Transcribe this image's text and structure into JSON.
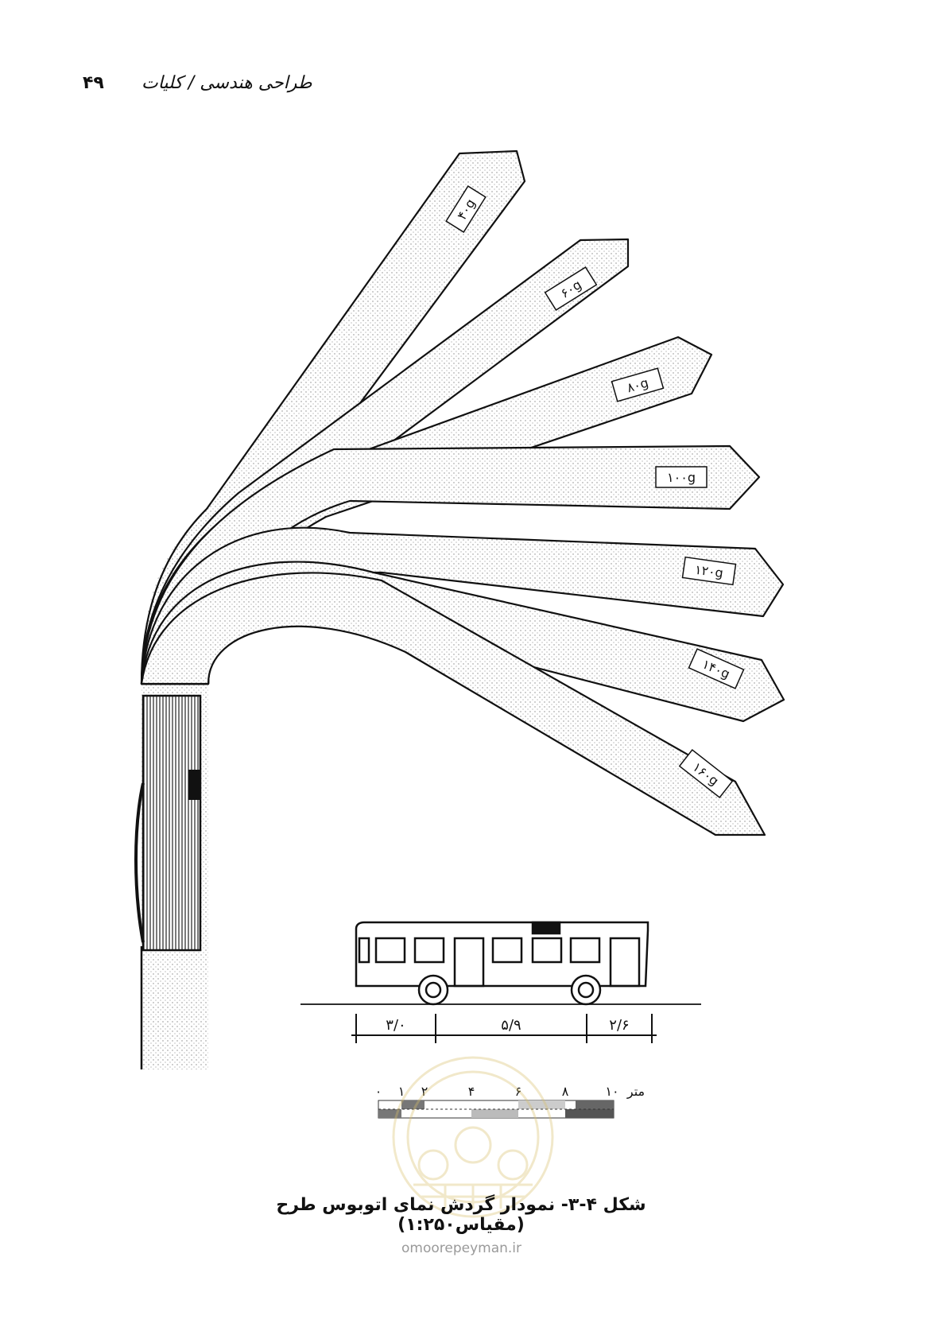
{
  "header": {
    "page_number": "۴۹",
    "running_title": "طراحی هندسی / کلیات"
  },
  "turn_labels": [
    "۴۰g",
    "۶۰g",
    "۸۰g",
    "۱۰۰g",
    "۱۲۰g",
    "۱۴۰g",
    "۱۶۰g"
  ],
  "bus_dimensions": [
    "۳/۰",
    "۵/۹",
    "۲/۶"
  ],
  "scale_bar": {
    "unit": "متر",
    "ticks": [
      "۰",
      "۱",
      "۲",
      "۴",
      "۶",
      "۸",
      "۱۰"
    ]
  },
  "caption": "شکل ۴-۳- نمودار گردش نمای اتوبوس طرح (مقیاس۱:۲۵۰)",
  "watermark": {
    "url": "omoorepeyman.ir"
  },
  "colors": {
    "ink": "#111111",
    "stipple": "#dcdcdc",
    "watermark": "#d9bf6a"
  }
}
